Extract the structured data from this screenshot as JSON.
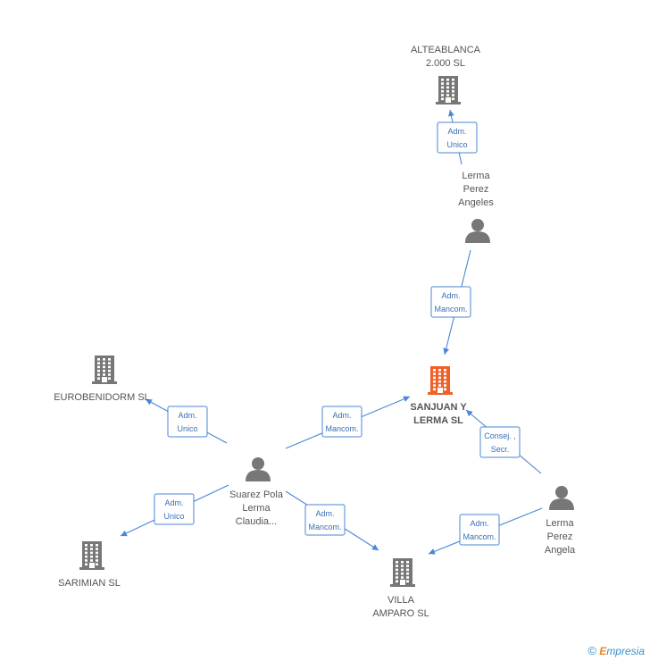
{
  "colors": {
    "edge": "#4a86d4",
    "company": "#777777",
    "main_company": "#f2602a",
    "person": "#777777"
  },
  "nodes": [
    {
      "id": "sanjuan",
      "kind": "company",
      "main": true,
      "lines": [
        "SANJUAN Y",
        "LERMA SL"
      ]
    },
    {
      "id": "altea",
      "kind": "company",
      "lines": [
        "ALTEABLANCA",
        "2.000 SL"
      ]
    },
    {
      "id": "eurobenidorm",
      "kind": "company",
      "lines": [
        "EUROBENIDORM SL"
      ]
    },
    {
      "id": "sarimian",
      "kind": "company",
      "lines": [
        "SARIMIAN SL"
      ]
    },
    {
      "id": "villa",
      "kind": "company",
      "lines": [
        "VILLA",
        "AMPARO SL"
      ]
    },
    {
      "id": "angeles",
      "kind": "person",
      "lines": [
        "Lerma",
        "Perez",
        "Angeles"
      ]
    },
    {
      "id": "claudia",
      "kind": "person",
      "lines": [
        "Suarez Pola",
        "Lerma",
        "Claudia..."
      ]
    },
    {
      "id": "angela",
      "kind": "person",
      "lines": [
        "Lerma",
        "Perez",
        "Angela"
      ]
    }
  ],
  "relations": [
    {
      "id": "r1",
      "lines": [
        "Adm.",
        "Unico"
      ]
    },
    {
      "id": "r2",
      "lines": [
        "Adm.",
        "Mancom."
      ]
    },
    {
      "id": "r3",
      "lines": [
        "Adm.",
        "Unico"
      ]
    },
    {
      "id": "r4",
      "lines": [
        "Adm.",
        "Mancom."
      ]
    },
    {
      "id": "r5",
      "lines": [
        "Adm.",
        "Unico"
      ]
    },
    {
      "id": "r6",
      "lines": [
        "Adm.",
        "Mancom."
      ]
    },
    {
      "id": "r7",
      "lines": [
        "Consej. ,",
        "Secr."
      ]
    },
    {
      "id": "r8",
      "lines": [
        "Adm.",
        "Mancom."
      ]
    }
  ],
  "footer": {
    "copyright": "©",
    "brand_initial": "E",
    "brand_rest": "mpresia"
  }
}
